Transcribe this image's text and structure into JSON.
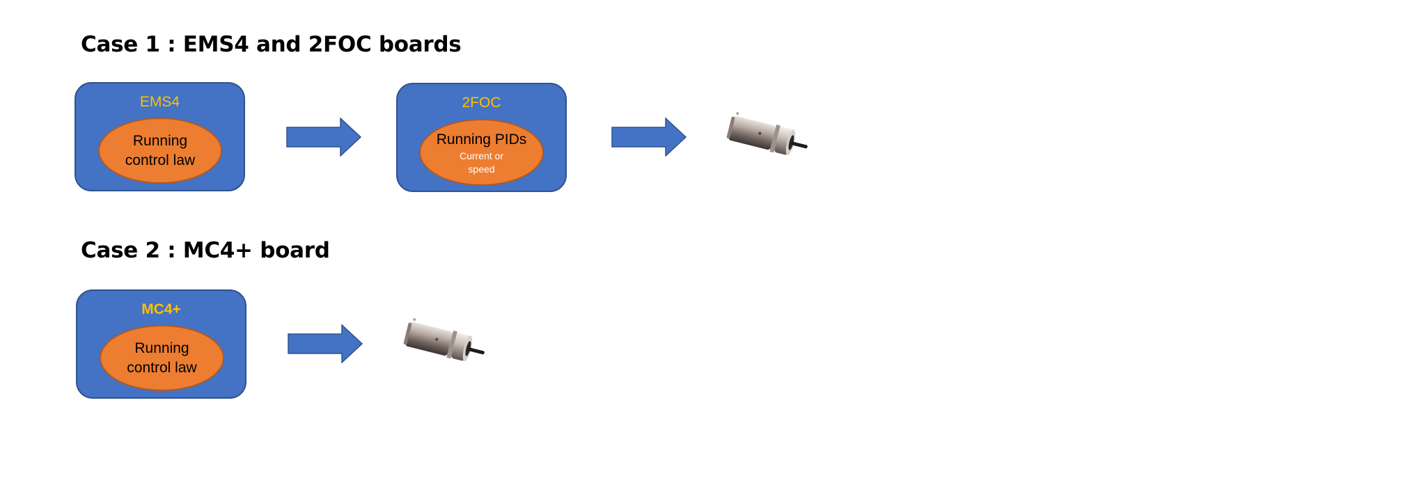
{
  "case1": {
    "title": "Case 1 : EMS4 and 2FOC boards",
    "board1": {
      "name": "EMS4",
      "ellipse_line1": "Running",
      "ellipse_line2": "control law"
    },
    "board2": {
      "name": "2FOC",
      "ellipse_line1": "Running PIDs",
      "sub_line1": "Current or",
      "sub_line2": "speed"
    }
  },
  "case2": {
    "title": "Case 2 : MC4+ board",
    "board1": {
      "name": "MC4+",
      "ellipse_line1": "Running",
      "ellipse_line2": "control law"
    }
  },
  "colors": {
    "board_fill": "#4472c4",
    "board_label": "#ffc000",
    "ellipse_fill": "#ed7d31",
    "arrow_fill": "#4472c4"
  },
  "icons": [
    "right-arrow",
    "gear-motor"
  ]
}
